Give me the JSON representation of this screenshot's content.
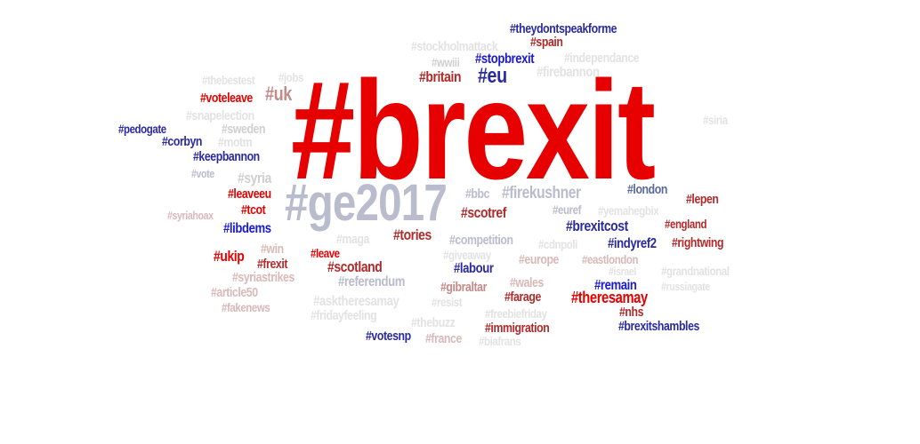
{
  "palette": {
    "red": "#e60000",
    "dark_red": "#b02a2a",
    "blue": "#1a1ad0",
    "navy": "#2a2aa0",
    "steel": "#5a6a9a",
    "grey_blue": "#b8bccc",
    "grey": "#cfcfcf",
    "light_grey": "#e2e2e2",
    "pink": "#d9b8b8",
    "rose": "#c48a8a"
  },
  "words": [
    {
      "text": "#brexit",
      "color": "red",
      "emphasis": 1.0
    },
    {
      "text": "#ge2017",
      "color": "grey_blue",
      "emphasis": 0.45
    },
    {
      "text": "#theydontspeakforme",
      "color": "navy"
    },
    {
      "text": "#spain",
      "color": "dark_red"
    },
    {
      "text": "#stockholmattack",
      "color": "light_grey"
    },
    {
      "text": "#wwiii",
      "color": "grey"
    },
    {
      "text": "#stopbrexit",
      "color": "blue"
    },
    {
      "text": "#independance",
      "color": "light_grey"
    },
    {
      "text": "#britain",
      "color": "dark_red"
    },
    {
      "text": "#eu",
      "color": "navy"
    },
    {
      "text": "#firebannon",
      "color": "light_grey"
    },
    {
      "text": "#thebestest",
      "color": "light_grey"
    },
    {
      "text": "#jobs",
      "color": "light_grey"
    },
    {
      "text": "#voteleave",
      "color": "red"
    },
    {
      "text": "#uk",
      "color": "rose"
    },
    {
      "text": "#snapelection",
      "color": "light_grey"
    },
    {
      "text": "#siria",
      "color": "light_grey"
    },
    {
      "text": "#pedogate",
      "color": "navy"
    },
    {
      "text": "#sweden",
      "color": "grey"
    },
    {
      "text": "#corbyn",
      "color": "navy"
    },
    {
      "text": "#motm",
      "color": "light_grey"
    },
    {
      "text": "#keepbannon",
      "color": "navy"
    },
    {
      "text": "#vote",
      "color": "grey_blue"
    },
    {
      "text": "#syria",
      "color": "grey"
    },
    {
      "text": "#bbc",
      "color": "grey_blue"
    },
    {
      "text": "#firekushner",
      "color": "grey_blue"
    },
    {
      "text": "#london",
      "color": "steel"
    },
    {
      "text": "#lepen",
      "color": "dark_red"
    },
    {
      "text": "#leaveeu",
      "color": "red"
    },
    {
      "text": "#euref",
      "color": "grey_blue"
    },
    {
      "text": "#yemahegbix",
      "color": "light_grey"
    },
    {
      "text": "#syriahoax",
      "color": "pink"
    },
    {
      "text": "#tcot",
      "color": "red"
    },
    {
      "text": "#scotref",
      "color": "dark_red"
    },
    {
      "text": "#england",
      "color": "dark_red"
    },
    {
      "text": "#brexitcost",
      "color": "navy"
    },
    {
      "text": "#libdems",
      "color": "blue"
    },
    {
      "text": "#tories",
      "color": "dark_red"
    },
    {
      "text": "#maga",
      "color": "light_grey"
    },
    {
      "text": "#competition",
      "color": "grey_blue"
    },
    {
      "text": "#cdnpoli",
      "color": "light_grey"
    },
    {
      "text": "#indyref2",
      "color": "navy"
    },
    {
      "text": "#rightwing",
      "color": "dark_red"
    },
    {
      "text": "#win",
      "color": "pink"
    },
    {
      "text": "#leave",
      "color": "red"
    },
    {
      "text": "#giveaway",
      "color": "light_grey"
    },
    {
      "text": "#ukip",
      "color": "red"
    },
    {
      "text": "#frexit",
      "color": "dark_red"
    },
    {
      "text": "#europe",
      "color": "pink"
    },
    {
      "text": "#eastlondon",
      "color": "pink"
    },
    {
      "text": "#scotland",
      "color": "dark_red"
    },
    {
      "text": "#labour",
      "color": "navy"
    },
    {
      "text": "#israel",
      "color": "light_grey"
    },
    {
      "text": "#grandnational",
      "color": "light_grey"
    },
    {
      "text": "#syriastrikes",
      "color": "pink"
    },
    {
      "text": "#referendum",
      "color": "grey_blue"
    },
    {
      "text": "#wales",
      "color": "pink"
    },
    {
      "text": "#remain",
      "color": "blue"
    },
    {
      "text": "#russiagate",
      "color": "light_grey"
    },
    {
      "text": "#article50",
      "color": "pink"
    },
    {
      "text": "#gibraltar",
      "color": "rose"
    },
    {
      "text": "#farage",
      "color": "dark_red"
    },
    {
      "text": "#theresamay",
      "color": "red"
    },
    {
      "text": "#asktheresamay",
      "color": "light_grey"
    },
    {
      "text": "#resist",
      "color": "light_grey"
    },
    {
      "text": "#fakenews",
      "color": "pink"
    },
    {
      "text": "#nhs",
      "color": "dark_red"
    },
    {
      "text": "#fridayfeeling",
      "color": "light_grey"
    },
    {
      "text": "#freebiefriday",
      "color": "light_grey"
    },
    {
      "text": "#thebuzz",
      "color": "light_grey"
    },
    {
      "text": "#brexitshambles",
      "color": "navy"
    },
    {
      "text": "#immigration",
      "color": "dark_red"
    },
    {
      "text": "#votesnp",
      "color": "navy"
    },
    {
      "text": "#france",
      "color": "pink"
    },
    {
      "text": "#biafrans",
      "color": "light_grey"
    }
  ]
}
